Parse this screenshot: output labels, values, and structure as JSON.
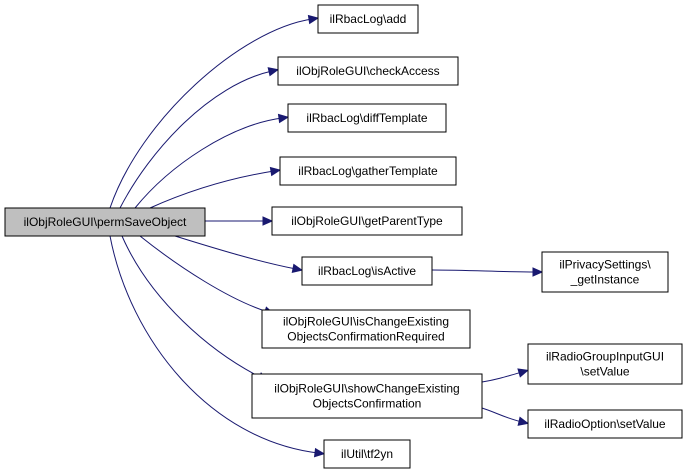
{
  "nodes": [
    {
      "id": "root",
      "lines": [
        "ilObjRoleGUI\\permSaveObject"
      ],
      "highlight": true
    },
    {
      "id": "n1",
      "lines": [
        "ilRbacLog\\add"
      ]
    },
    {
      "id": "n2",
      "lines": [
        "ilObjRoleGUI\\checkAccess"
      ]
    },
    {
      "id": "n3",
      "lines": [
        "ilRbacLog\\diffTemplate"
      ]
    },
    {
      "id": "n4",
      "lines": [
        "ilRbacLog\\gatherTemplate"
      ]
    },
    {
      "id": "n5",
      "lines": [
        "ilObjRoleGUI\\getParentType"
      ]
    },
    {
      "id": "n6",
      "lines": [
        "ilRbacLog\\isActive"
      ]
    },
    {
      "id": "n7",
      "lines": [
        "ilObjRoleGUI\\isChangeExisting",
        "ObjectsConfirmationRequired"
      ]
    },
    {
      "id": "n8",
      "lines": [
        "ilObjRoleGUI\\showChangeExisting",
        "ObjectsConfirmation"
      ]
    },
    {
      "id": "n9",
      "lines": [
        "ilUtil\\tf2yn"
      ]
    },
    {
      "id": "n10",
      "lines": [
        "ilPrivacySettings\\",
        "_getInstance"
      ]
    },
    {
      "id": "n11",
      "lines": [
        "ilRadioGroupInputGUI",
        "\\setValue"
      ]
    },
    {
      "id": "n12",
      "lines": [
        "ilRadioOption\\setValue"
      ]
    }
  ],
  "edges": [
    {
      "from": "root",
      "to": "n1"
    },
    {
      "from": "root",
      "to": "n2"
    },
    {
      "from": "root",
      "to": "n3"
    },
    {
      "from": "root",
      "to": "n4"
    },
    {
      "from": "root",
      "to": "n5"
    },
    {
      "from": "root",
      "to": "n6"
    },
    {
      "from": "root",
      "to": "n7"
    },
    {
      "from": "root",
      "to": "n8"
    },
    {
      "from": "root",
      "to": "n9"
    },
    {
      "from": "n6",
      "to": "n10"
    },
    {
      "from": "n8",
      "to": "n11"
    },
    {
      "from": "n8",
      "to": "n12"
    }
  ],
  "colors": {
    "edge": "#191970",
    "node_border": "#000000",
    "node_fill": "#ffffff",
    "highlight_fill": "#bfbfbf"
  }
}
